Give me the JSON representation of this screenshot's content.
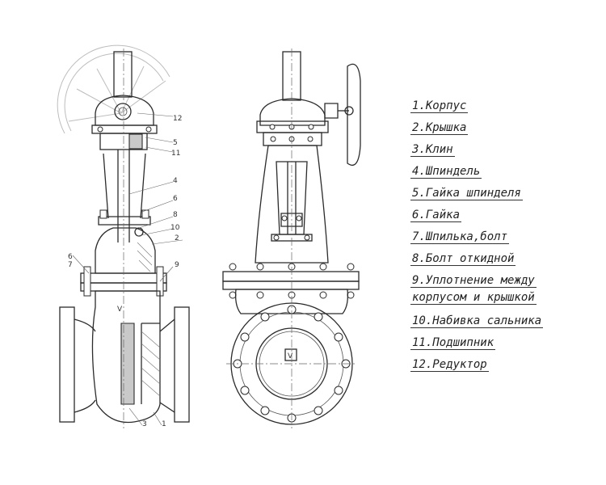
{
  "callouts": {
    "c12": "12",
    "c5": "5",
    "c11": "11",
    "c4": "4",
    "c6a": "6",
    "c8": "8",
    "c10": "10",
    "c2": "2",
    "c6b": "6",
    "c7": "7",
    "c9": "9",
    "c3": "3",
    "c1": "1"
  },
  "legend": [
    {
      "text": "1.Корпус"
    },
    {
      "text": "2.Крышка"
    },
    {
      "text": "3.Клин"
    },
    {
      "text": "4.Шпиндель"
    },
    {
      "text": "5.Гайка шпинделя"
    },
    {
      "text": "6.Гайка"
    },
    {
      "text": "7.Шпилька,болт"
    },
    {
      "text": "8.Болт откидной"
    },
    {
      "text": "9.Уплотнение между",
      "text2": "корпусом и крышкой"
    },
    {
      "text": "10.Набивка сальника"
    },
    {
      "text": "11.Подшипник"
    },
    {
      "text": "12.Редуктор"
    }
  ]
}
